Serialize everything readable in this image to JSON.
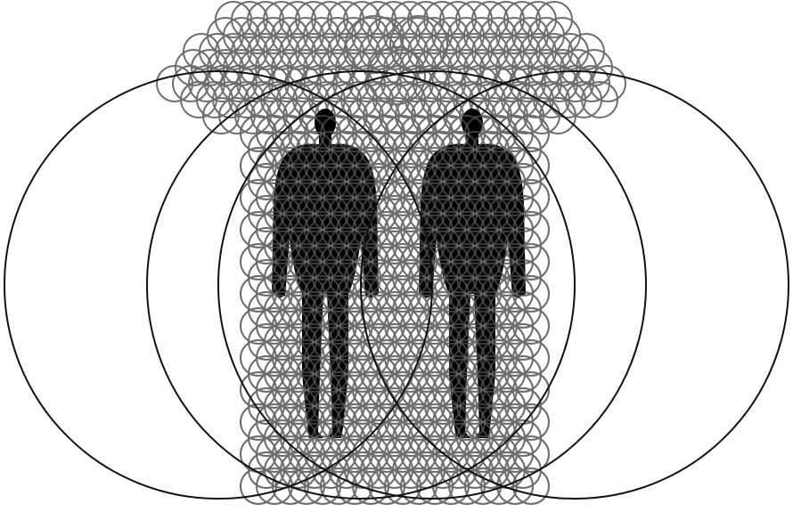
{
  "artwork": {
    "background_color": "#ffffff",
    "aura_color": "#111111",
    "grid_color": "#6e6e6e",
    "figure_color": "#000000",
    "figures": [
      "human-silhouette-left",
      "human-silhouette-right"
    ],
    "aura_rings": 4,
    "motif": "overlapping-circle-lattice"
  }
}
